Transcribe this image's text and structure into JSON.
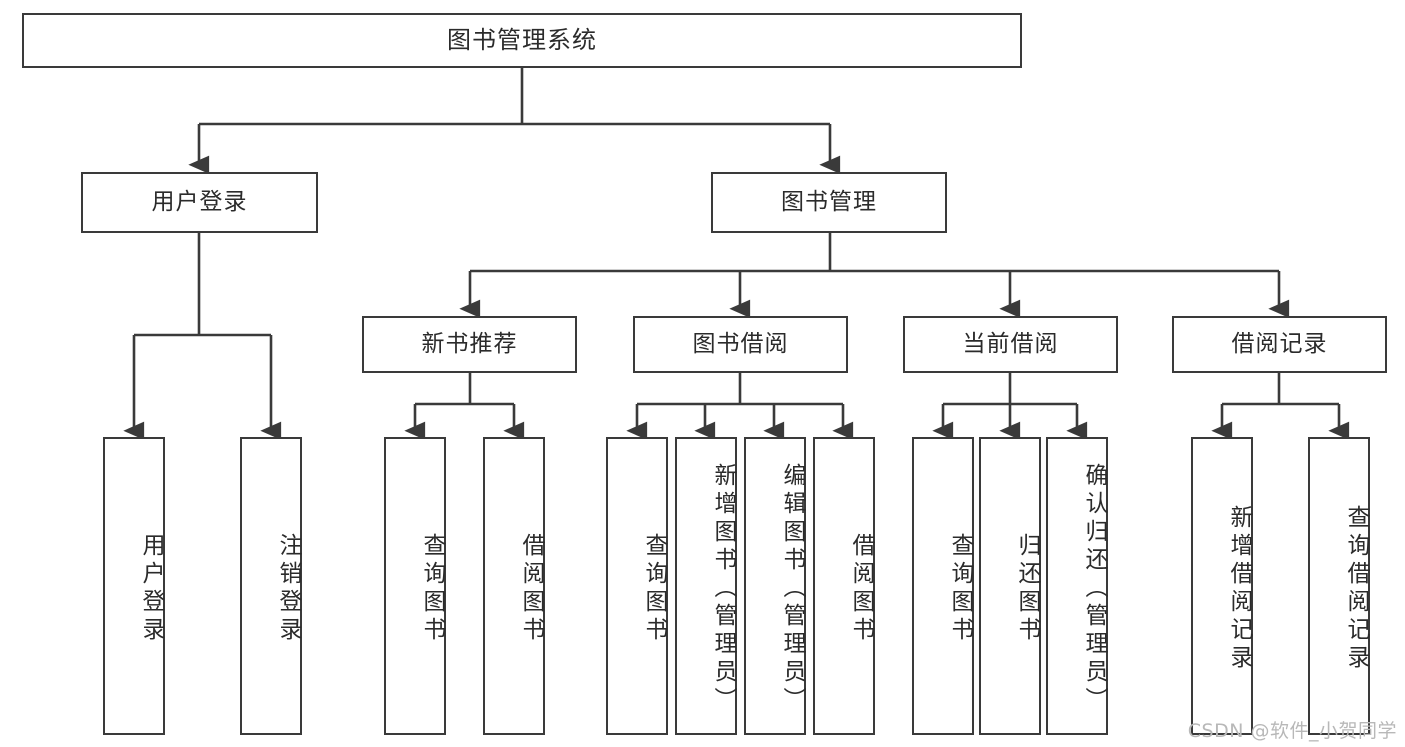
{
  "diagram": {
    "title": "图书管理系统",
    "watermark": "CSDN @软件_小贺同学",
    "stroke_color": "#3a3a3a",
    "text_color": "#2b2b2b",
    "background": "#ffffff"
  },
  "nodes": {
    "root": {
      "label": "图书管理系统"
    },
    "level1": [
      {
        "label": "用户登录"
      },
      {
        "label": "图书管理"
      }
    ],
    "level2": [
      {
        "label": "新书推荐"
      },
      {
        "label": "图书借阅"
      },
      {
        "label": "当前借阅"
      },
      {
        "label": "借阅记录"
      }
    ],
    "leaves": {
      "user_login": [
        {
          "label": "用户登录"
        },
        {
          "label": "注销登录"
        }
      ],
      "new_book": [
        {
          "label": "查询图书"
        },
        {
          "label": "借阅图书"
        }
      ],
      "book_borrow": [
        {
          "label": "查询图书"
        },
        {
          "label": "新增图书（管理员）"
        },
        {
          "label": "编辑图书（管理员）"
        },
        {
          "label": "借阅图书"
        }
      ],
      "current_borrow": [
        {
          "label": "查询图书"
        },
        {
          "label": "归还图书"
        },
        {
          "label": "确认归还（管理员）"
        }
      ],
      "borrow_record": [
        {
          "label": "新增借阅记录"
        },
        {
          "label": "查询借阅记录"
        }
      ]
    }
  }
}
